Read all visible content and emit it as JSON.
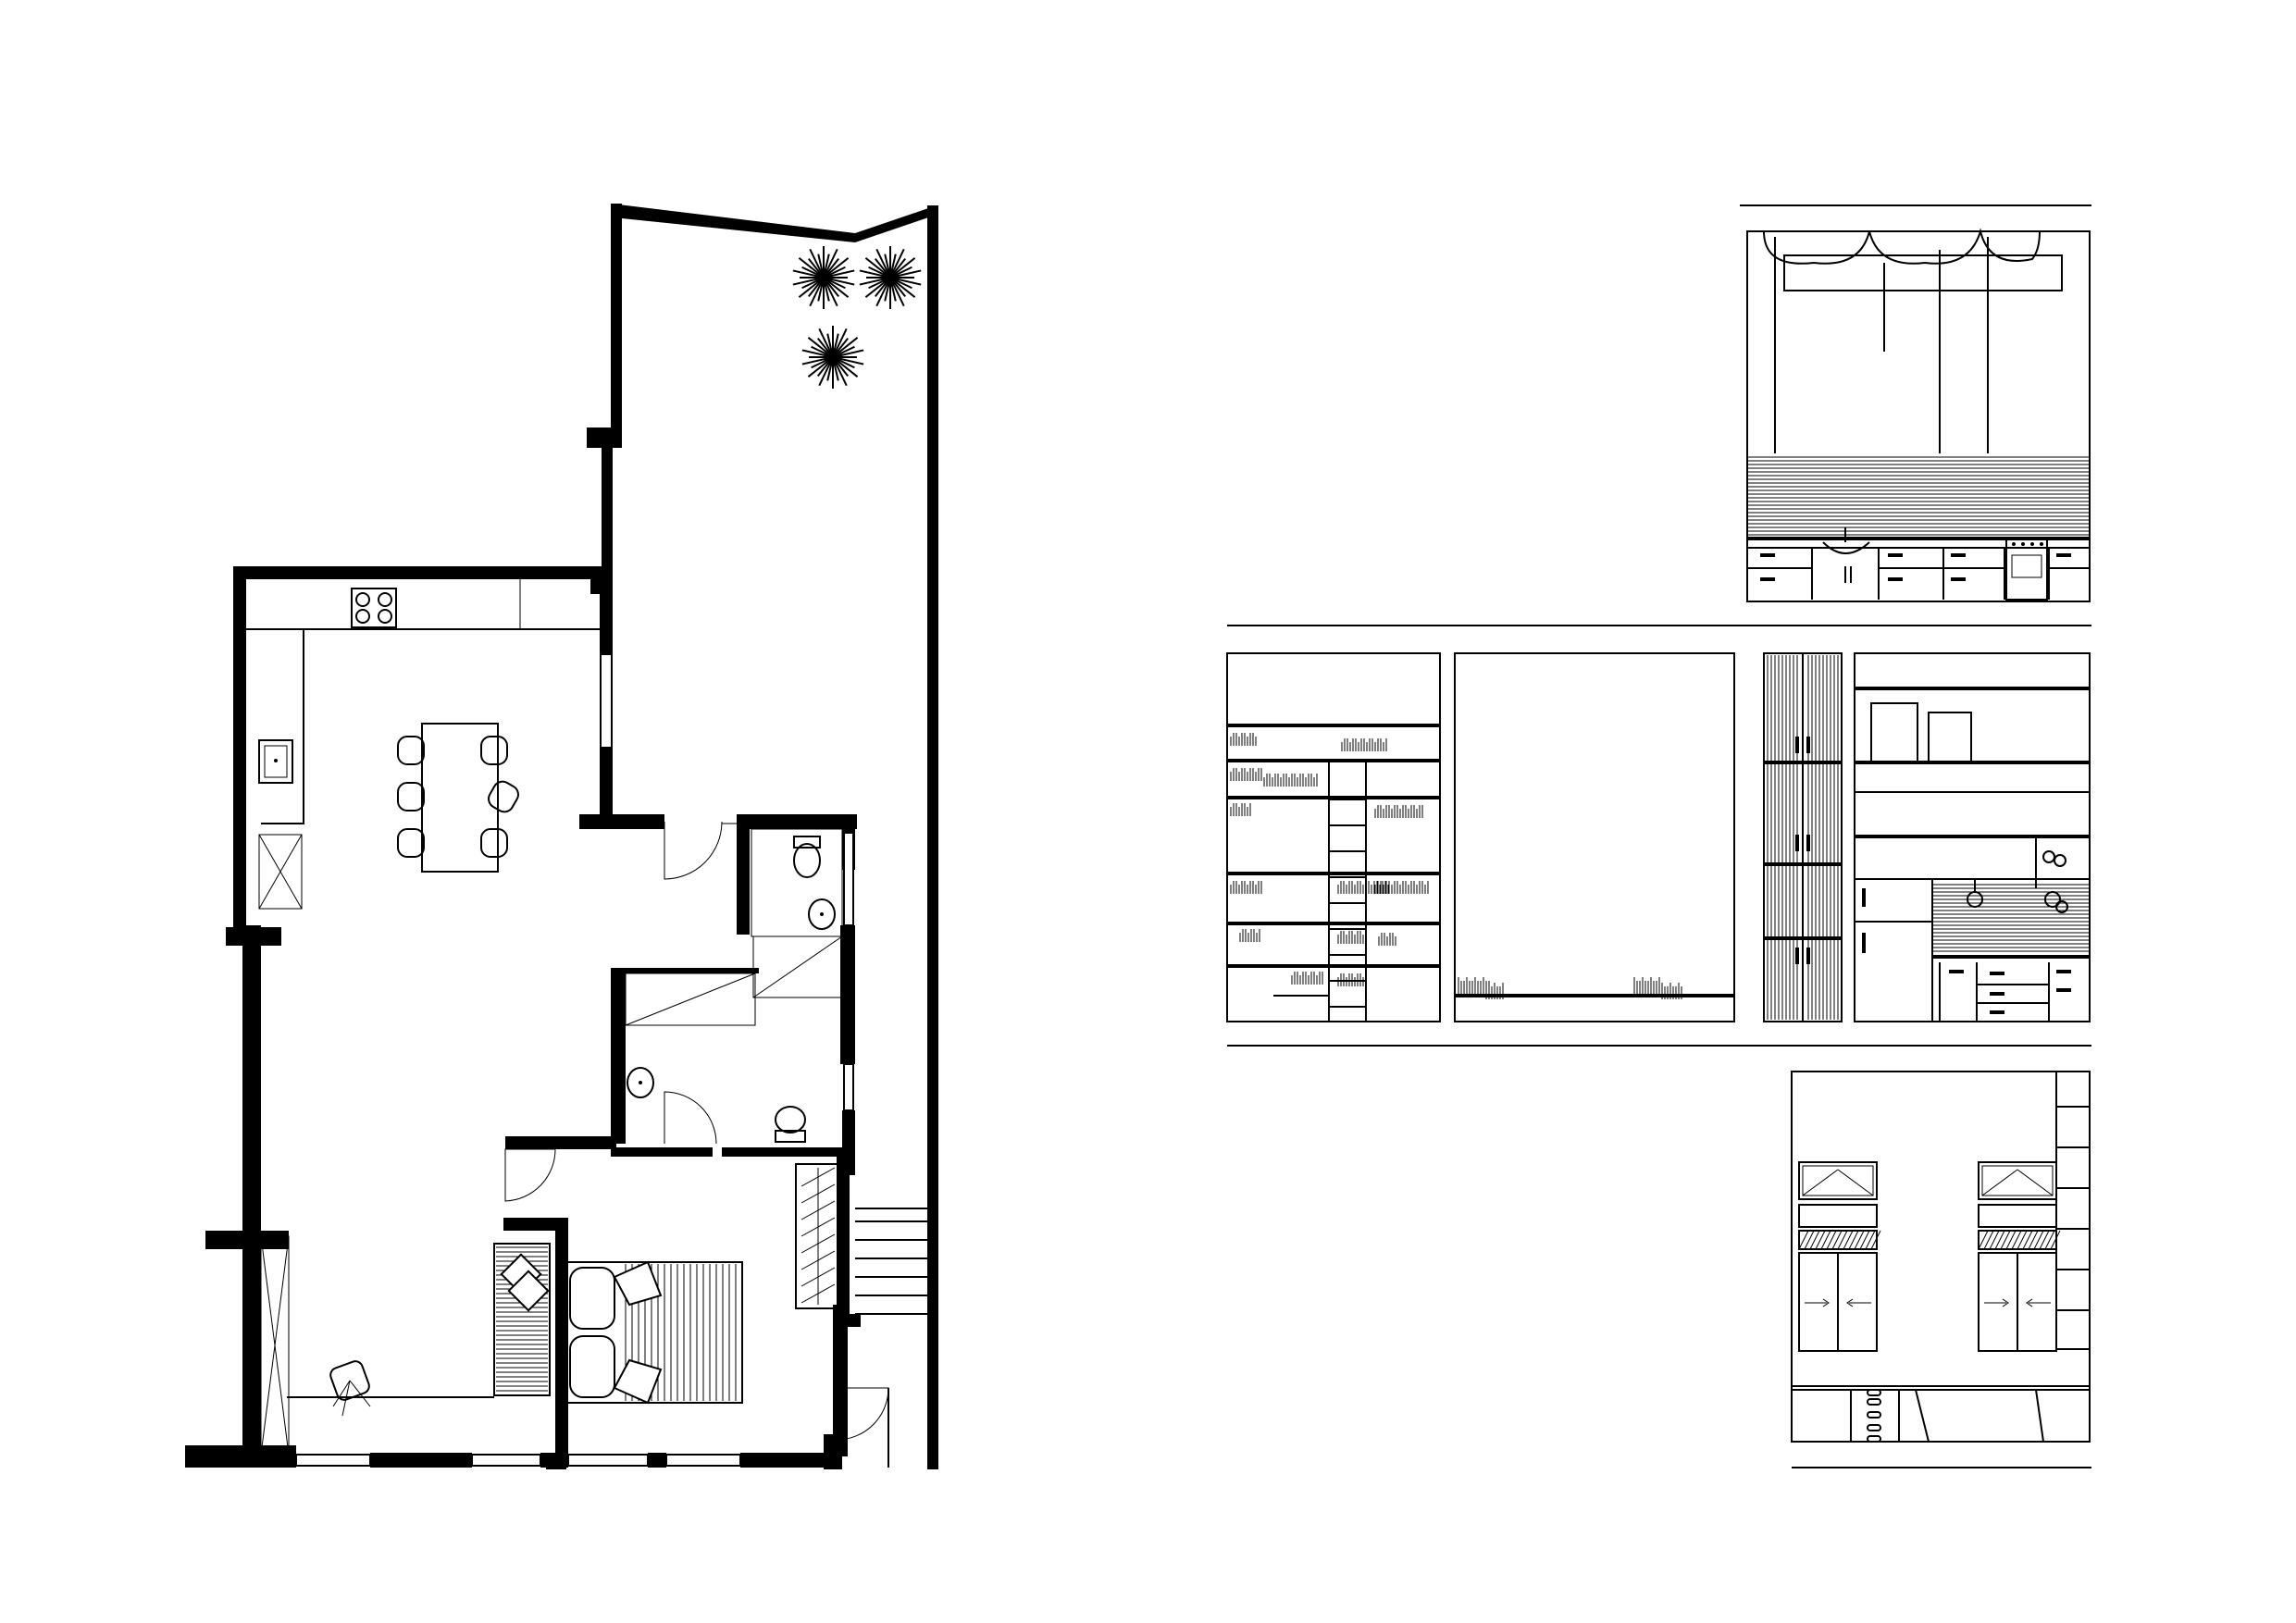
{
  "colors": {
    "line": "#000000",
    "paper": "#ffffff"
  },
  "drawing": {
    "floor_plan": {
      "rooms": [
        "living-kitchen",
        "terrace",
        "bathroom",
        "shower-room",
        "bedroom",
        "entry"
      ],
      "furniture": [
        "cooktop",
        "kitchen-sink",
        "dining-table",
        "dining-chairs",
        "toilet",
        "washbasin",
        "shower-tray",
        "double-bed",
        "armchair",
        "desk-chair",
        "stairs",
        "plants"
      ]
    },
    "elevations": [
      "kitchen-elevation",
      "bookshelf-elevation",
      "wall-panel-elevation",
      "wardrobe-elevation",
      "kitchenette-elevation",
      "window-wall-elevation"
    ]
  }
}
